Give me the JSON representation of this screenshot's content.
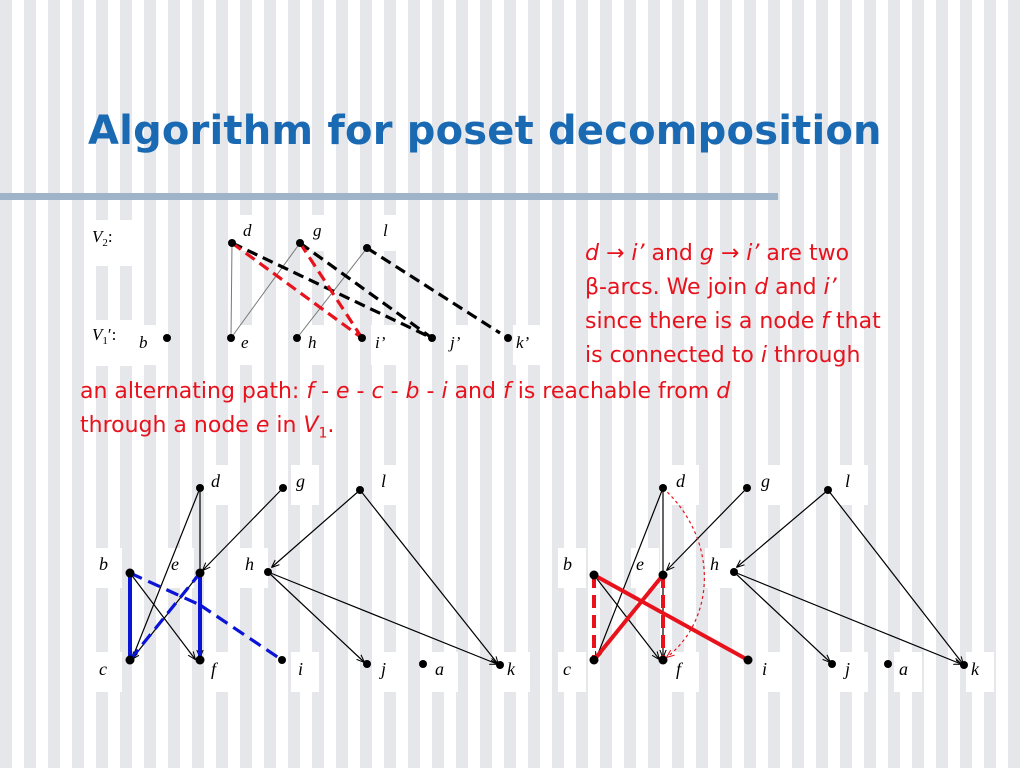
{
  "slide": {
    "title": "Algorithm for poset decomposition",
    "accent_color": "#1a69b3",
    "rule_color": "#9fb3c9",
    "text_color": "#e8121d"
  },
  "note": {
    "t01": "d",
    "t02": " → ",
    "t03": "i’",
    "t04": " and ",
    "t05": "g",
    "t06": " → ",
    "t07": "i’",
    "t08": " are two",
    "t09": "β",
    "t10": "-arcs. We join ",
    "t11": "d",
    "t12": " and ",
    "t13": "i’",
    "t14": "since there is a node ",
    "t15": "f",
    "t16": " that",
    "t17": "is connected to ",
    "t18": "i",
    "t19": " through",
    "t20": "an alternating path: ",
    "t21": "f",
    "t22": " - ",
    "t23": "e",
    "t24": " - ",
    "t25": "c",
    "t26": " - ",
    "t27": "b",
    "t28": " - ",
    "t29": "i",
    "t30": " and ",
    "t31": "f",
    "t32": " is reachable from ",
    "t33": "d",
    "t34": "through a node ",
    "t35": "e",
    "t36": " in ",
    "t37": "V",
    "t38": "1",
    "t39": "."
  },
  "top_graph": {
    "v2_label": "V",
    "v2_sub": "2",
    "v2_colon": ":",
    "v1_label": "V",
    "v1_sub": "1",
    "v1_suffix": "′:",
    "top_nodes": [
      "d",
      "g",
      "l"
    ],
    "bottom_nodes": [
      "b",
      "e",
      "h",
      "i’",
      "j’",
      "k’"
    ]
  },
  "left_graph": {
    "top_nodes": [
      "d",
      "g",
      "l"
    ],
    "mid_nodes": [
      "b",
      "e",
      "h"
    ],
    "bottom_nodes": [
      "c",
      "f",
      "i",
      "j",
      "a",
      "k"
    ]
  },
  "right_graph": {
    "top_nodes": [
      "d",
      "g",
      "l"
    ],
    "mid_nodes": [
      "b",
      "e",
      "h"
    ],
    "bottom_nodes": [
      "c",
      "f",
      "i",
      "j",
      "a",
      "k"
    ]
  },
  "colors": {
    "black": "#000000",
    "red": "#e8121d",
    "blue": "#0a14d6",
    "thin": "#666666"
  }
}
